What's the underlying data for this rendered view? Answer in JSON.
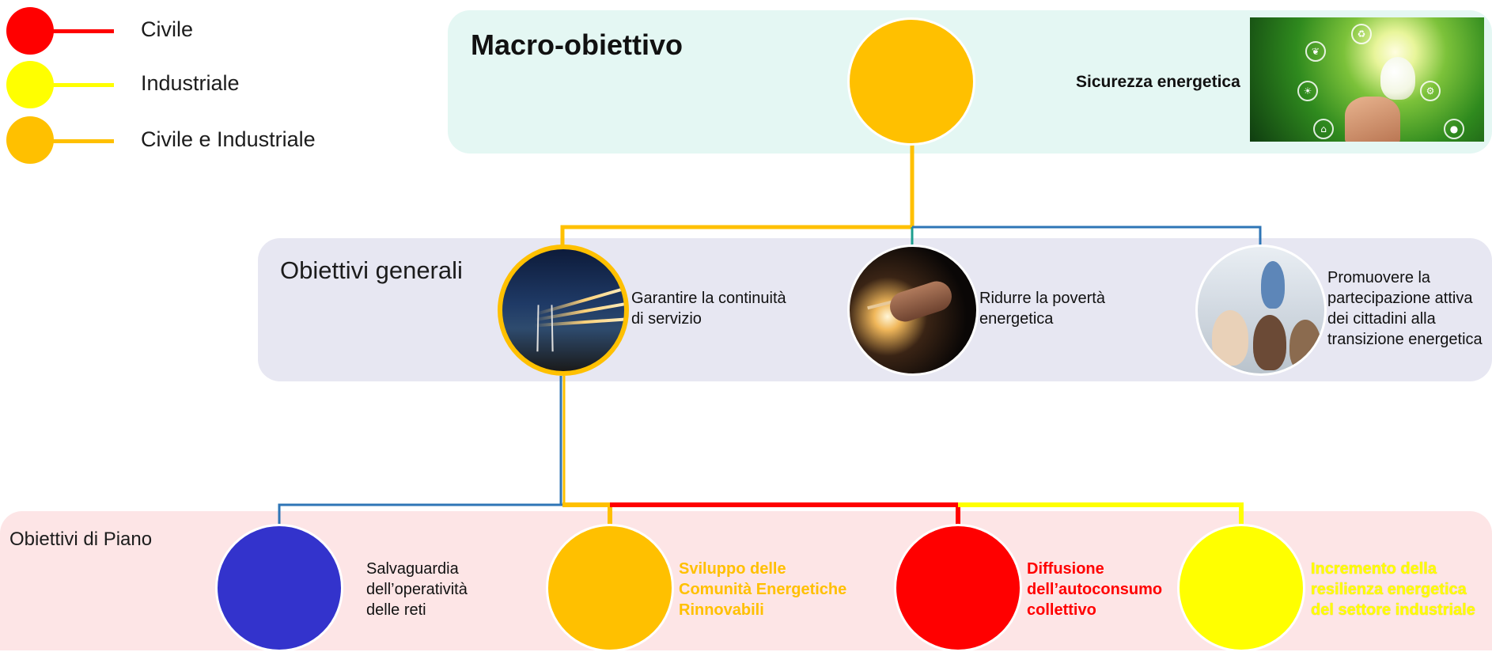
{
  "legend": {
    "items": [
      {
        "label": "Civile",
        "color": "#ff0000"
      },
      {
        "label": "Industriale",
        "color": "#ffff00"
      },
      {
        "label": "Civile e Industriale",
        "color": "#ffc000"
      }
    ]
  },
  "colors": {
    "civile": "#ff0000",
    "industriale": "#ffff00",
    "civile_industriale": "#ffc000",
    "link_blue": "#2e75b6",
    "link_teal": "#1e9e8e",
    "reti": "#3333cc",
    "panel_macro": "#e4f7f3",
    "panel_general": "#e7e7f2",
    "panel_piano": "#fde5e6"
  },
  "macro": {
    "title": "Macro-obiettivo",
    "node_label": "Sicurezza energetica"
  },
  "general": {
    "title": "Obiettivi generali",
    "items": [
      {
        "label_line1": "Garantire la continuità",
        "label_line2": "di servizio"
      },
      {
        "label_line1": "Ridurre la povertà",
        "label_line2": "energetica"
      },
      {
        "label_line1": "Promuovere la",
        "label_line2": "partecipazione attiva",
        "label_line3": "dei cittadini alla",
        "label_line4": "transizione energetica"
      }
    ]
  },
  "piano": {
    "title": "Obiettivi di Piano",
    "items": [
      {
        "lines": [
          "Salvaguardia",
          "dell’operatività",
          "delle reti"
        ]
      },
      {
        "lines": [
          "Sviluppo delle",
          "Comunità Energetiche",
          "Rinnovabili"
        ]
      },
      {
        "lines": [
          "Diffusione",
          "dell’autoconsumo",
          "collettivo"
        ]
      },
      {
        "lines": [
          "Incremento della",
          "resilienza energetica",
          "del settore industriale"
        ]
      }
    ]
  }
}
